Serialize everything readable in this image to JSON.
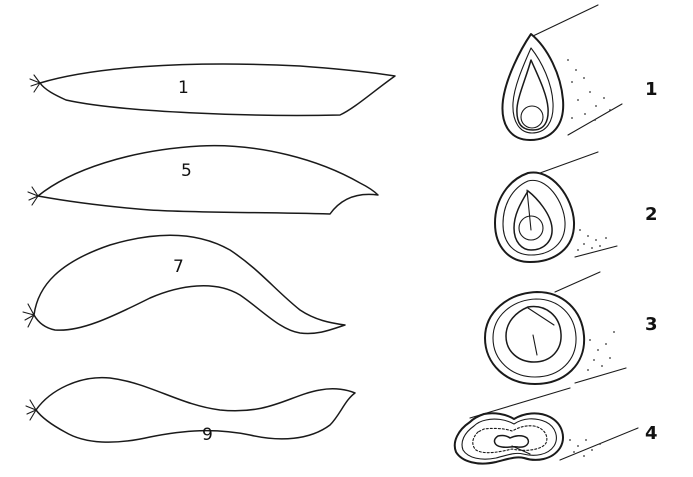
{
  "pods": [
    {
      "label": "1"
    },
    {
      "label": "5"
    },
    {
      "label": "7"
    },
    {
      "label": "9"
    }
  ],
  "sections": [
    {
      "label": "1"
    },
    {
      "label": "2"
    },
    {
      "label": "3"
    },
    {
      "label": "4"
    }
  ]
}
